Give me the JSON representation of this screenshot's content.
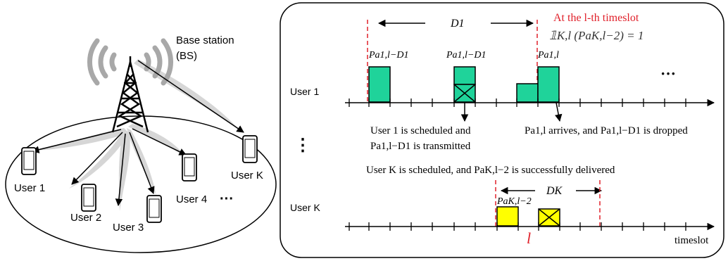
{
  "left_panel": {
    "bs_label_line1": "Base station",
    "bs_label_line2": "(BS)",
    "users": [
      {
        "label": "User 1"
      },
      {
        "label": "User 2"
      },
      {
        "label": "User 3"
      },
      {
        "label": "User 4"
      },
      {
        "label": "User K"
      }
    ],
    "ellipsis": "···"
  },
  "right_panel": {
    "header_red": "At the l-th timeslot",
    "header_formula": "𝟙K,l (PaK,l−2) = 1",
    "d1_label": "D1",
    "dk_label": "DK",
    "user1_label": "User 1",
    "userk_label": "User K",
    "vertical_dots": "⋮",
    "user1_dots": "···",
    "packet_labels": {
      "p1": "Pa1,l−D1",
      "p2": "Pa1,l−D1",
      "p3": "Pa1,l",
      "pk": "PaK,l−2"
    },
    "annotations": {
      "scheduled_line1": "User 1 is scheduled and",
      "scheduled_line2": "Pa1,l−D1  is transmitted",
      "arrives": "Pa1,l arrives, and Pa1,l−D1 is dropped",
      "userk_scheduled": "User K is scheduled, and PaK,l−2 is successfully delivered"
    },
    "timeslot_label": "timeslot",
    "l_marker": "l"
  },
  "colors": {
    "packet_green": "#1fd39a",
    "packet_yellow": "#ffff00",
    "deadline_red": "#e0202a",
    "text_red": "#e0202a"
  }
}
